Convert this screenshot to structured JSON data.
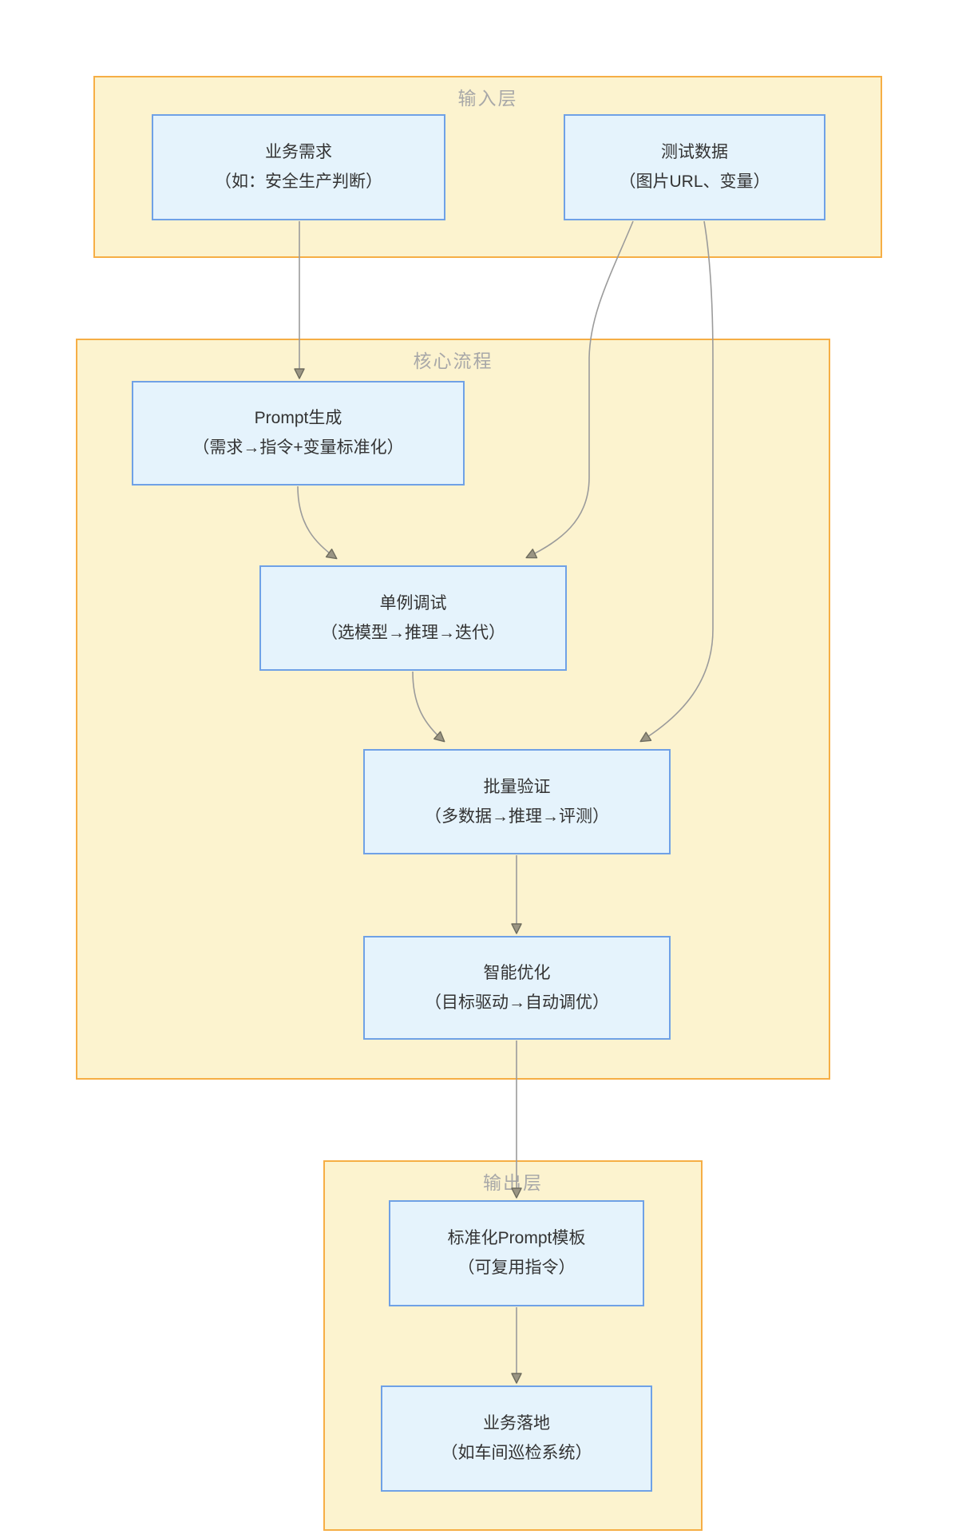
{
  "colors": {
    "group_fill": "#FCF3CF",
    "group_border": "#F6AE45",
    "group_label": "#A8A8A8",
    "node_fill": "#E5F3FC",
    "node_border": "#6FA1E6",
    "node_text": "#333333",
    "arrow_line": "#9B9B9B",
    "arrow_head_fill": "#9A9584",
    "arrow_head_stroke": "#6E6C5E"
  },
  "groups": [
    {
      "id": "input-layer",
      "label": "输入层"
    },
    {
      "id": "core-process",
      "label": "核心流程"
    },
    {
      "id": "output-layer",
      "label": "输出层"
    }
  ],
  "nodes": [
    {
      "id": "business-requirement",
      "title": "业务需求",
      "subtitle": "（如：安全生产判断）"
    },
    {
      "id": "test-data",
      "title": "测试数据",
      "subtitle": "（图片URL、变量）"
    },
    {
      "id": "prompt-generation",
      "title": "Prompt生成",
      "subtitle": "（需求→指令+变量标准化）"
    },
    {
      "id": "single-case-debug",
      "title": "单例调试",
      "subtitle": "（选模型→推理→迭代）"
    },
    {
      "id": "batch-verification",
      "title": "批量验证",
      "subtitle": "（多数据→推理→评测）"
    },
    {
      "id": "smart-optimization",
      "title": "智能优化",
      "subtitle": "（目标驱动→自动调优）"
    },
    {
      "id": "standard-template",
      "title": "标准化Prompt模板",
      "subtitle": "（可复用指令）"
    },
    {
      "id": "business-landing",
      "title": "业务落地",
      "subtitle": "（如车间巡检系统）"
    }
  ],
  "edges": [
    {
      "from": "business-requirement",
      "to": "prompt-generation"
    },
    {
      "from": "prompt-generation",
      "to": "single-case-debug"
    },
    {
      "from": "test-data",
      "to": "single-case-debug"
    },
    {
      "from": "test-data",
      "to": "batch-verification"
    },
    {
      "from": "single-case-debug",
      "to": "batch-verification"
    },
    {
      "from": "batch-verification",
      "to": "smart-optimization"
    },
    {
      "from": "smart-optimization",
      "to": "standard-template"
    },
    {
      "from": "standard-template",
      "to": "business-landing"
    }
  ]
}
